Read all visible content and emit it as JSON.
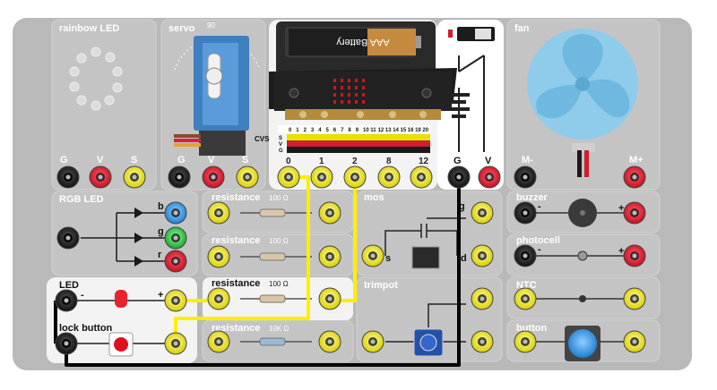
{
  "modules": {
    "rainbow_led": "rainbow LED",
    "servo": "servo",
    "servo_scale": "90",
    "fan": "fan",
    "rgb_led": "RGB LED",
    "resistance_1": "resistance",
    "resistance_1_value": "100 Ω",
    "resistance_2": "resistance",
    "resistance_2_value": "100 Ω",
    "resistance_3": "resistance",
    "resistance_3_value": "100 Ω",
    "resistance_4": "resistance",
    "resistance_4_value": "10K Ω",
    "mos": "mos",
    "trimpot": "trimpot",
    "buzzer": "buzzer",
    "photocell": "photocell",
    "ntc": "NTC",
    "button": "button",
    "led": "LED",
    "lock_button": "lock button",
    "battery": "AAA Battery"
  },
  "pins": {
    "g": "G",
    "v": "V",
    "s": "S",
    "m_minus": "M-",
    "m_plus": "M+",
    "rgb_b": "b",
    "rgb_g": "g",
    "rgb_r": "r",
    "mos_g": "g",
    "mos_s": "s",
    "mos_d": "d",
    "minus": "-",
    "plus": "+",
    "cvs": "CVS",
    "header_rows": [
      "S",
      "V",
      "G"
    ],
    "header_numbers": [
      "0",
      "1",
      "2",
      "3",
      "4",
      "5",
      "6",
      "7",
      "8",
      "9",
      "10",
      "11",
      "12",
      "13",
      "14",
      "15",
      "16",
      "19",
      "20"
    ],
    "microbit_pins": [
      "0",
      "1",
      "2",
      "8",
      "12"
    ],
    "power_g": "G",
    "power_v": "V"
  },
  "colors": {
    "board": "#b8b8b8",
    "panel": "#c6c6c6",
    "highlight_panel": "#f4f4f4",
    "wire_yellow": "#ffee00",
    "wire_black": "#000000",
    "port_yellow": "#e8e000",
    "port_red": "#d8142a",
    "port_black": "#1a1a1a",
    "fan_blue": "#7fc4e6"
  }
}
